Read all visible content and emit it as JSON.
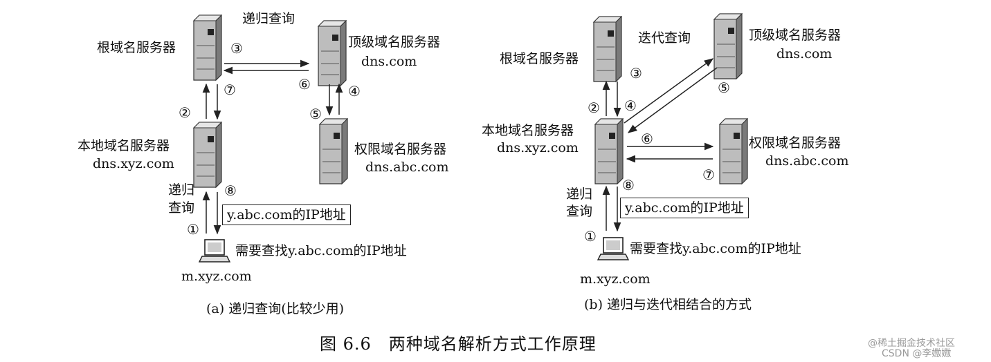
{
  "left": {
    "query_type": "递归查询",
    "root_server": "根域名服务器",
    "tld_server": "顶级域名服务器",
    "tld_domain": "dns.com",
    "local_server": "本地域名服务器",
    "local_domain": "dns.xyz.com",
    "auth_server": "权限域名服务器",
    "auth_domain": "dns.abc.com",
    "client_query_line1": "递归",
    "client_query_line2": "查询",
    "answer": "y.abc.com的IP地址",
    "request": "需要查找y.abc.com的IP地址",
    "client_domain": "m.xyz.com",
    "caption": "(a) 递归查询(比较少用)",
    "steps": [
      "①",
      "②",
      "③",
      "④",
      "⑤",
      "⑥",
      "⑦",
      "⑧"
    ]
  },
  "right": {
    "query_type": "迭代查询",
    "root_server": "根域名服务器",
    "tld_server": "顶级域名服务器",
    "tld_domain": "dns.com",
    "local_server": "本地域名服务器",
    "local_domain": "dns.xyz.com",
    "auth_server": "权限域名服务器",
    "auth_domain": "dns.abc.com",
    "client_query_line1": "递归",
    "client_query_line2": "查询",
    "answer": "y.abc.com的IP地址",
    "request": "需要查找y.abc.com的IP地址",
    "client_domain": "m.xyz.com",
    "caption": "(b) 递归与迭代相结合的方式",
    "steps": [
      "①",
      "②",
      "③",
      "④",
      "⑤",
      "⑥",
      "⑦",
      "⑧"
    ]
  },
  "figure_caption": "图 6.6　两种域名解析方式工作原理",
  "watermark_line1": "@稀土掘金技术社区",
  "watermark_line2": "CSDN @李嫐嫐",
  "icons": {
    "server": "server-icon",
    "computer": "computer-icon"
  }
}
